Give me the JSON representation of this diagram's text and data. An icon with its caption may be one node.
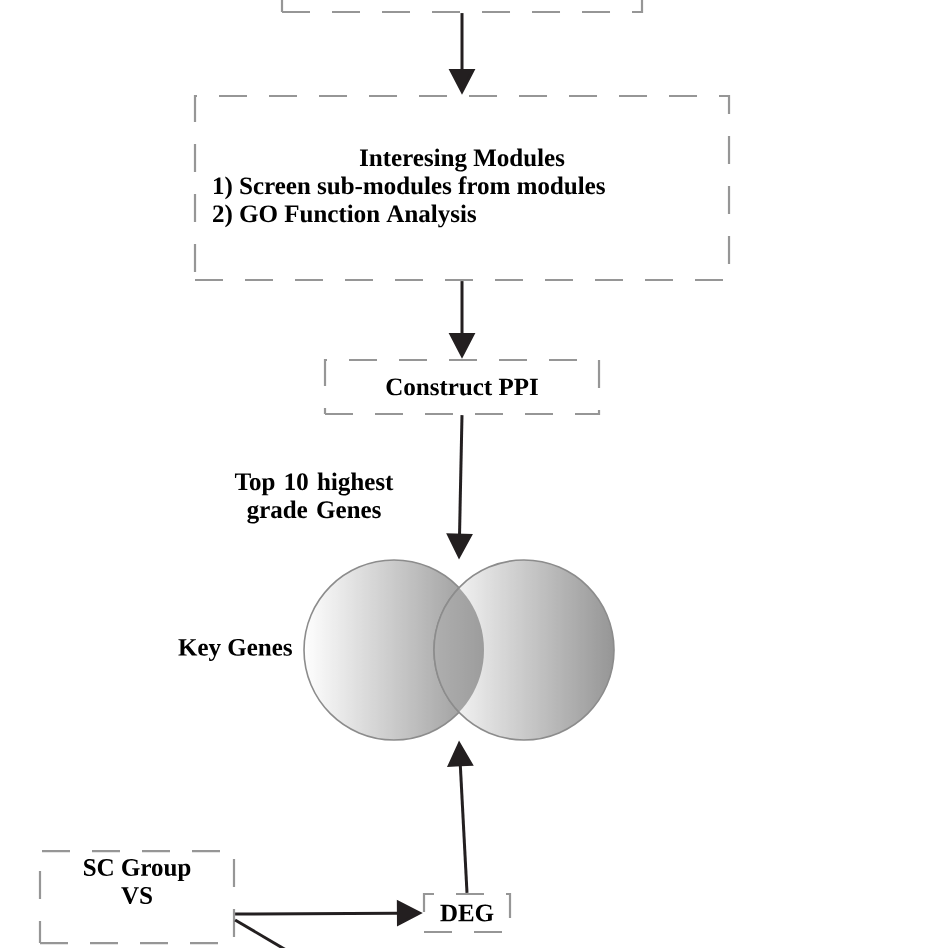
{
  "diagram": {
    "nodes": [
      {
        "text": [],
        "shape": "box"
      },
      {
        "text": [
          "Interesing Modules",
          "1) Screen sub-modules from modules",
          "2) GO Function Analysis"
        ]
      },
      {
        "text": [
          "Construct PPI"
        ]
      },
      {
        "text": [],
        "shape": "circle",
        "beside": [
          "Key Genes"
        ]
      },
      {
        "text": [
          "DEG"
        ]
      },
      {
        "text": [
          "SC Group VS"
        ]
      }
    ],
    "edges": [
      {
        "from": 0,
        "to": 1,
        "arrow": "to"
      },
      {
        "from": 1,
        "to": 2,
        "arrow": "to"
      },
      {
        "from": 2,
        "to": 3,
        "arrow": "to",
        "label": "Top 10 highest grade Genes"
      },
      {
        "from": 4,
        "to": 3,
        "arrow": "to"
      },
      {
        "from": 5,
        "to": 4,
        "arrow": "to"
      },
      {
        "from": 5,
        "to": null,
        "arrow": "none"
      }
    ]
  }
}
